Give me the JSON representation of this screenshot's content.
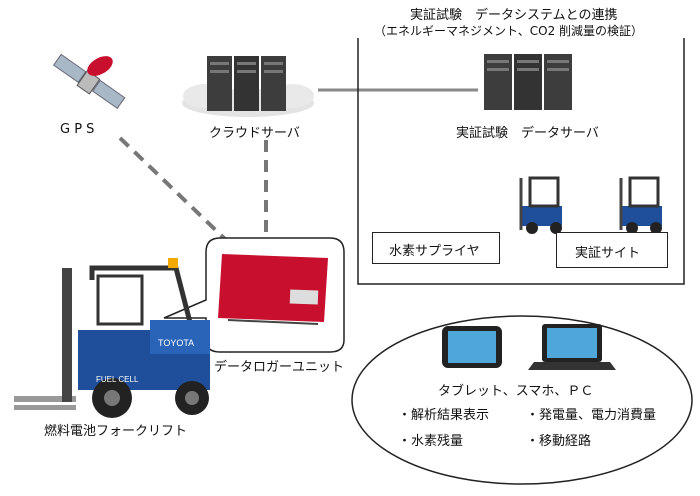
{
  "title": {
    "line1": "実証試験　データシステムとの連携",
    "line2": "（エネルギーマネジメント、CO2 削減量の検証）"
  },
  "labels": {
    "gps": "G P S",
    "cloud_server": "クラウドサーバ",
    "data_server": "実証試験　データサーバ",
    "hydrogen_supplier": "水素サプライヤ",
    "demo_site": "実証サイト",
    "data_logger": "データロガーユニット",
    "forklift": "燃料電池フォークリフト"
  },
  "devices": {
    "heading": "タブレット、スマホ、ＰＣ",
    "items": [
      "・解析結果表示",
      "・発電量、電力消費量",
      "・水素残量",
      "・移動経路"
    ]
  },
  "brand": {
    "toyota": "TOYOTA",
    "fuel_cell": "FUEL CELL"
  },
  "colors": {
    "forklift_blue": "#1f4f9a",
    "logger_red": "#c8102e",
    "server_dark": "#3a3a3a"
  }
}
